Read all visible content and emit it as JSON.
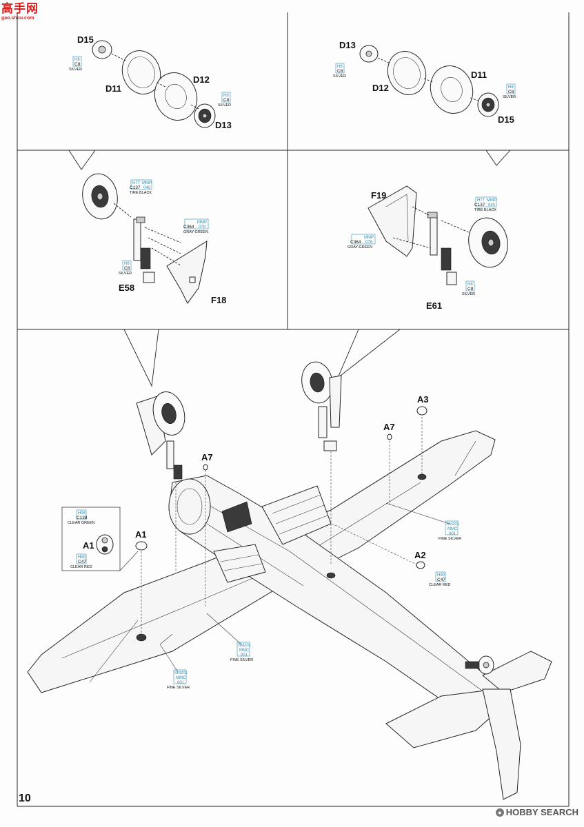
{
  "page": {
    "number": "10"
  },
  "watermark": {
    "top_left_title": "高手网",
    "top_left_url": "gao.shou.com",
    "bottom_right": "HOBBY SEARCH"
  },
  "panel_left_top": {
    "parts": [
      "D15",
      "D11",
      "D12",
      "D13"
    ],
    "colors": [
      {
        "code": "H8",
        "c": "C8",
        "name": "SILVER"
      },
      {
        "code": "H8",
        "c": "C8",
        "name": "SILVER"
      }
    ]
  },
  "panel_right_top": {
    "parts": [
      "D13",
      "D12",
      "D11",
      "D15"
    ],
    "colors": [
      {
        "code": "H8",
        "c": "C8",
        "name": "SILVER"
      },
      {
        "code": "H8",
        "c": "C8",
        "name": "SILVER"
      }
    ]
  },
  "panel_left_mid": {
    "parts": [
      "E58",
      "F18"
    ],
    "colors": [
      {
        "code": "H77",
        "mmp": "MMP",
        "c": "C137",
        "mmp_num": "040",
        "name": "TIRE BLACK"
      },
      {
        "code": "",
        "mmp": "MMP",
        "c": "C364",
        "mmp_num": "079",
        "name": "GRAY-GREEN"
      },
      {
        "code": "H8",
        "c": "C8",
        "name": "SILVER"
      }
    ]
  },
  "panel_right_mid": {
    "parts": [
      "F19",
      "E61"
    ],
    "colors": [
      {
        "code": "",
        "mmp": "MMP",
        "c": "C364",
        "mmp_num": "079",
        "name": "GRAY-GREEN"
      },
      {
        "code": "H77",
        "mmp": "MMP",
        "c": "C137",
        "mmp_num": "040",
        "name": "TIRE BLACK"
      },
      {
        "code": "H8",
        "c": "C8",
        "name": "SILVER"
      }
    ]
  },
  "main": {
    "parts": [
      "A7",
      "A7",
      "A3",
      "A1",
      "A1",
      "A2"
    ],
    "inset_colors": [
      {
        "code": "H94",
        "c": "C138",
        "name": "CLEAR GREEN"
      },
      {
        "code": "H90",
        "c": "C47",
        "name": "CLEAR RED"
      }
    ],
    "a2_color": {
      "code": "H90",
      "c": "C47",
      "name": "CLEAR RED"
    },
    "fine_silver": [
      {
        "code": "SM201",
        "mmc": "MMC",
        "num": "001",
        "name": "FINE SILVER"
      },
      {
        "code": "SM201",
        "mmc": "MMC",
        "num": "001",
        "name": "FINE SILVER"
      },
      {
        "code": "SM201",
        "mmc": "MMC",
        "num": "001",
        "name": "FINE SILVER"
      }
    ]
  },
  "style": {
    "accent": "#2a8db3",
    "watermark_red": "#d51f1f"
  }
}
